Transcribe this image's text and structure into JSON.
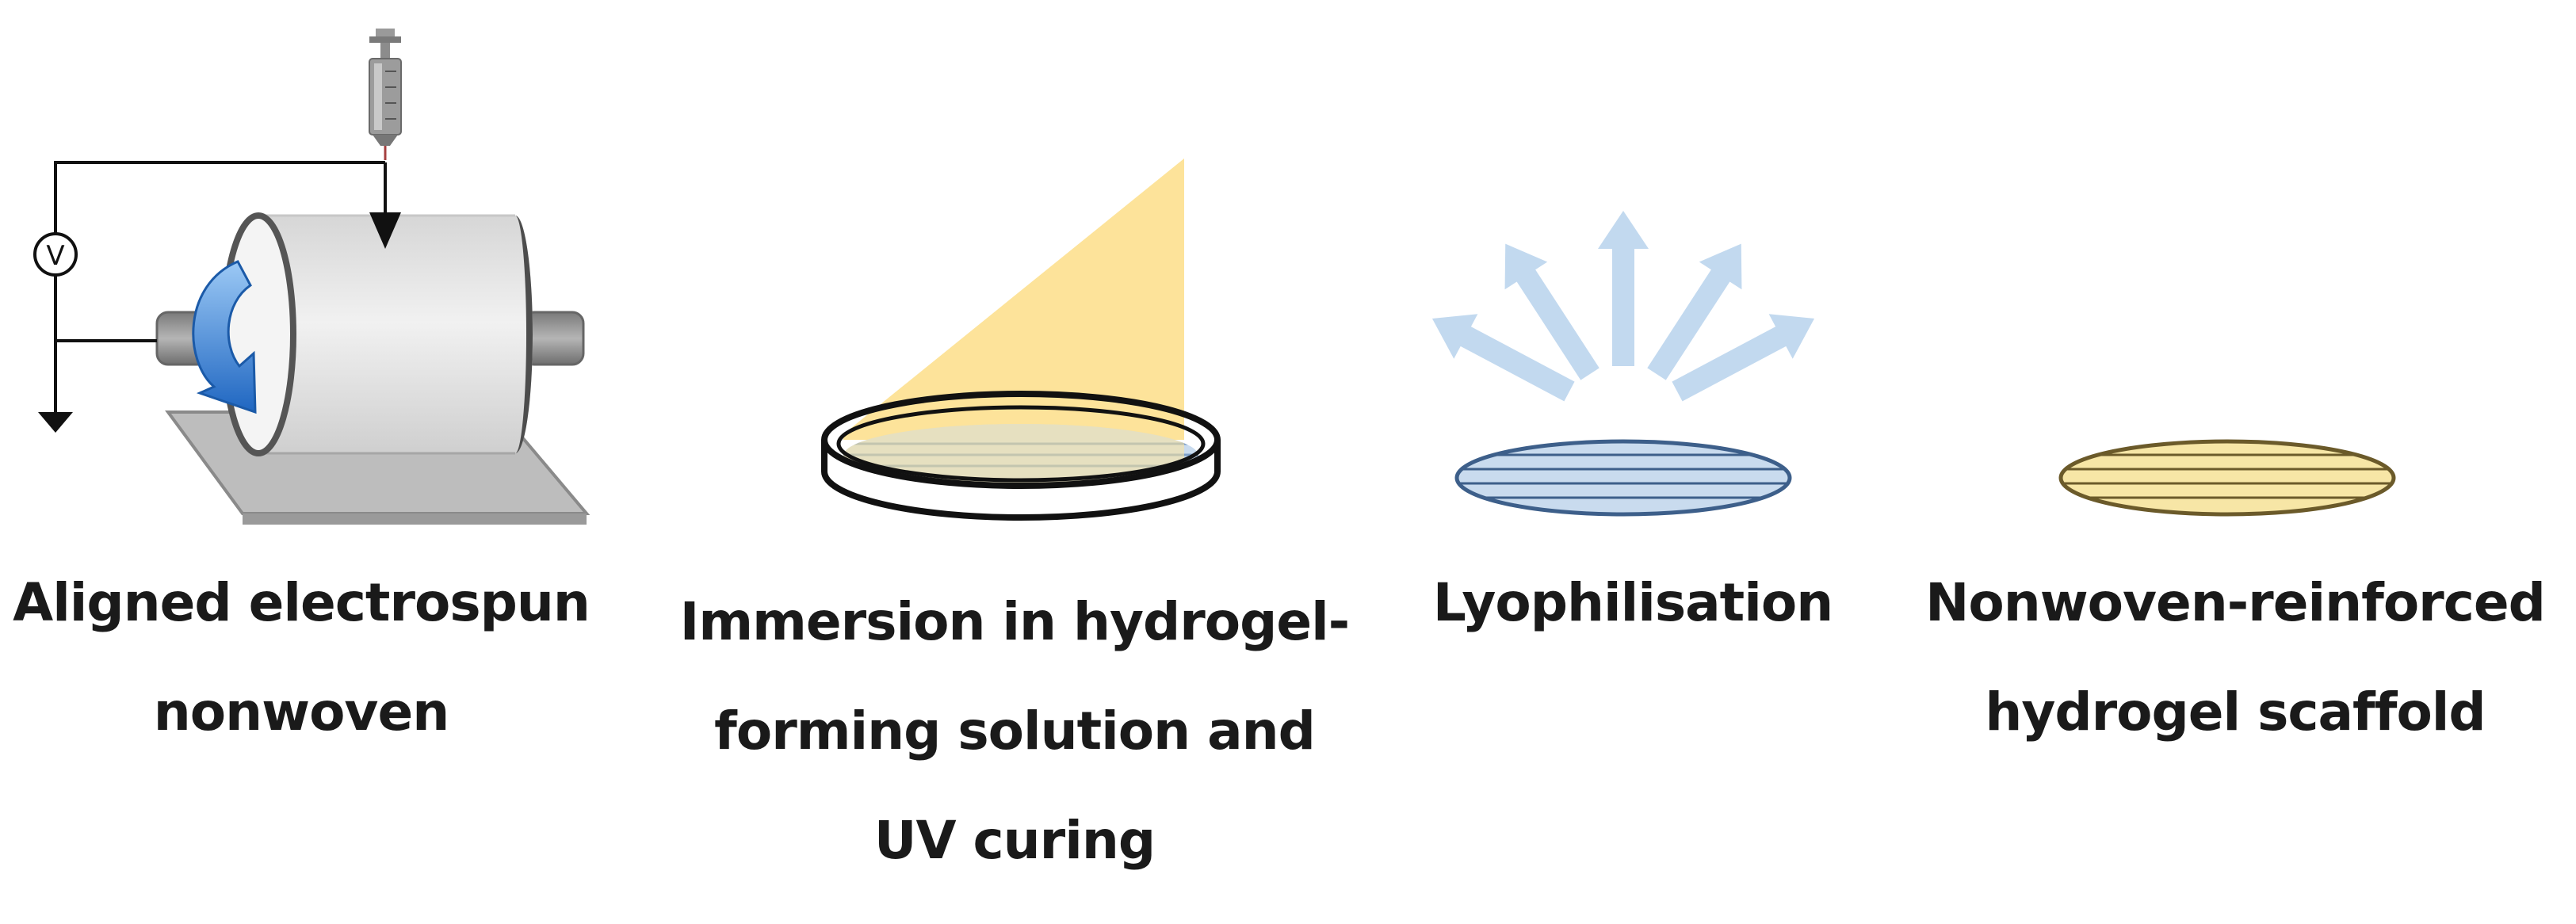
{
  "steps": [
    {
      "id": "electrospinning",
      "caption_lines": [
        "Aligned electrospun",
        "nonwoven"
      ]
    },
    {
      "id": "immersion",
      "caption_lines": [
        "Immersion in hydrogel-",
        "forming solution and",
        "UV curing"
      ]
    },
    {
      "id": "lyophilisation",
      "caption_lines": [
        "Lyophilisation"
      ]
    },
    {
      "id": "scaffold",
      "caption_lines": [
        "Nonwoven-reinforced",
        "hydrogel scaffold"
      ]
    }
  ],
  "labels": {
    "voltmeter_symbol": "V"
  },
  "colors": {
    "ink": "#111111",
    "drum_body": "#e6e6e6",
    "drum_rim": "#555555",
    "axle": "#999999",
    "base_plate": "#bdbdbd",
    "rotation_arrow": "#2e7fd4",
    "uv_light": "#fde39a",
    "hydrogel_fill": "#c9dbee",
    "lyophilisation_arrows": "#c2d9ef",
    "scaffold_fill": "#f7e6a6"
  }
}
